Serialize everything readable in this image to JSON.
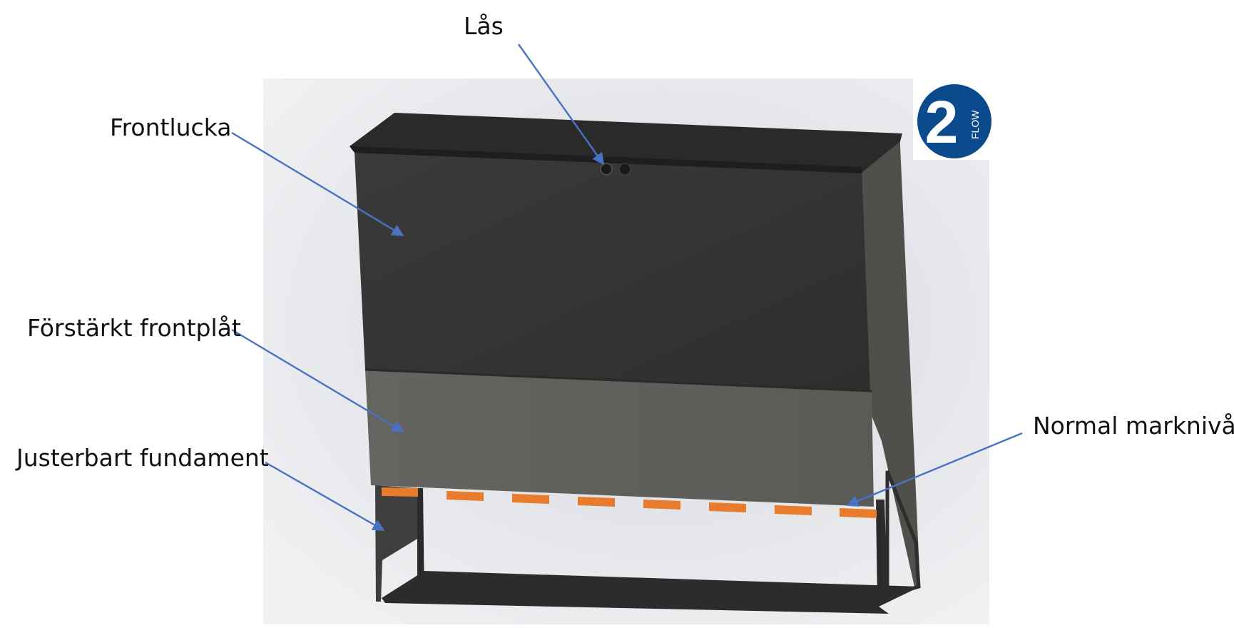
{
  "labels": {
    "las": "Lås",
    "frontlucka": "Frontlucka",
    "forstarkt_frontplat": "Förstärkt frontplåt",
    "justerbart_fundament": "Justerbart fundament",
    "normal_markniva": "Normal marknivå"
  },
  "logo": {
    "digit": "2",
    "word": "FLOW",
    "color": "#0b4a8c"
  },
  "colors": {
    "arrow": "#4a72c4",
    "ground_marker": "#e87b2c",
    "cabinet_top": "#2b2b2b",
    "cabinet_door": "#343434",
    "front_plate": "#5e5e5a",
    "side_panel": "#4d4d49",
    "frame": "#2a2a2a",
    "backdrop": "#e9eaee"
  }
}
